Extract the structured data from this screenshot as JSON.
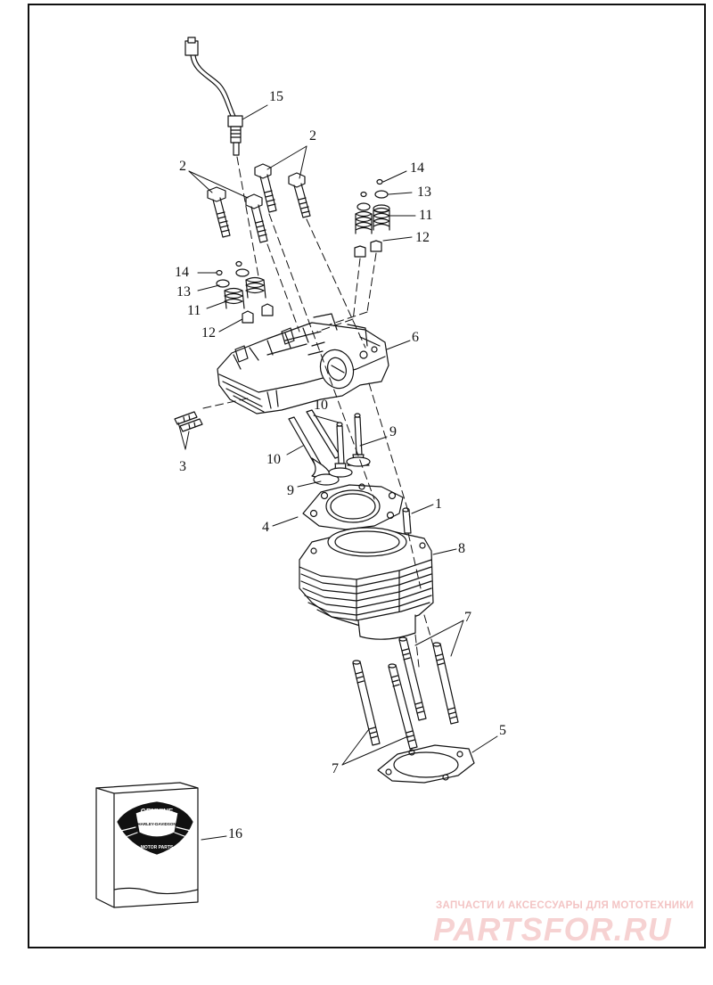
{
  "diagram": {
    "callouts": [
      {
        "id": "c15",
        "text": "15"
      },
      {
        "id": "c2a",
        "text": "2"
      },
      {
        "id": "c2b",
        "text": "2"
      },
      {
        "id": "c14a",
        "text": "14"
      },
      {
        "id": "c13a",
        "text": "13"
      },
      {
        "id": "c11a",
        "text": "11"
      },
      {
        "id": "c12a",
        "text": "12"
      },
      {
        "id": "c14b",
        "text": "14"
      },
      {
        "id": "c13b",
        "text": "13"
      },
      {
        "id": "c11b",
        "text": "11"
      },
      {
        "id": "c12b",
        "text": "12"
      },
      {
        "id": "c6",
        "text": "6"
      },
      {
        "id": "c3",
        "text": "3"
      },
      {
        "id": "c10a",
        "text": "10"
      },
      {
        "id": "c10b",
        "text": "10"
      },
      {
        "id": "c9a",
        "text": "9"
      },
      {
        "id": "c9b",
        "text": "9"
      },
      {
        "id": "c1",
        "text": "1"
      },
      {
        "id": "c4",
        "text": "4"
      },
      {
        "id": "c8",
        "text": "8"
      },
      {
        "id": "c7a",
        "text": "7"
      },
      {
        "id": "c7b",
        "text": "7"
      },
      {
        "id": "c5",
        "text": "5"
      },
      {
        "id": "c16",
        "text": "16"
      }
    ],
    "logo": {
      "top_text": "GENUINE",
      "brand_text": "HARLEY-DAVIDSON",
      "bottom_text": "MOTOR PARTS"
    },
    "watermark": {
      "subtitle": "ЗАПЧАСТИ И АКСЕССУАРЫ ДЛЯ МОТОТЕХНИКИ",
      "main": "PARTSFOR.RU"
    }
  }
}
